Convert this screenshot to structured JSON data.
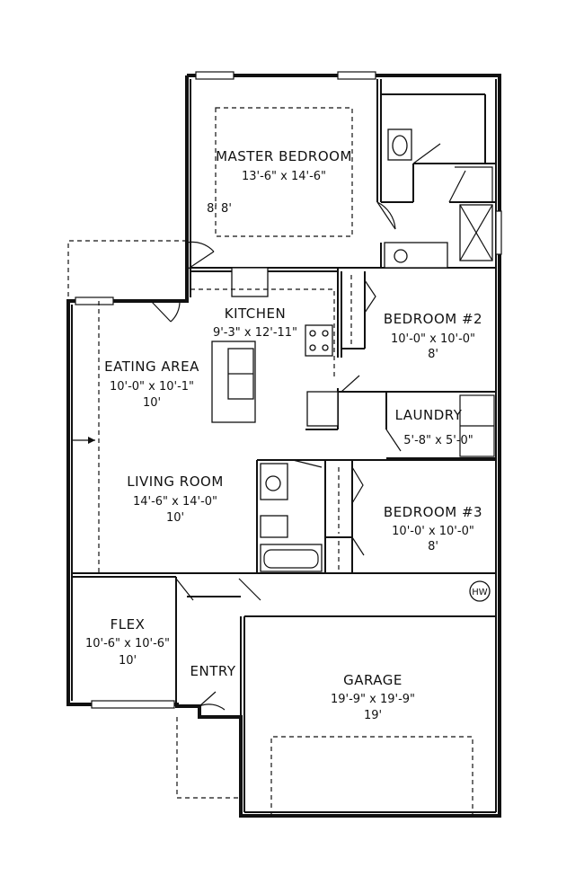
{
  "rooms": {
    "master_bedroom": {
      "name": "MASTER BEDROOM",
      "size": "13'-6\" x 14'-6\"",
      "ceiling": "8'  8'"
    },
    "kitchen": {
      "name": "KITCHEN",
      "size": "9'-3\" x 12'-11\""
    },
    "bedroom2": {
      "name": "BEDROOM #2",
      "size": "10'-0\" x 10'-0\"",
      "ceiling": "8'"
    },
    "eating_area": {
      "name": "EATING AREA",
      "size": "10'-0\" x 10'-1\"",
      "ceiling": "10'"
    },
    "laundry": {
      "name": "LAUNDRY",
      "size": "5'-8\" x 5'-0\""
    },
    "living_room": {
      "name": "LIVING ROOM",
      "size": "14'-6\" x 14'-0\"",
      "ceiling": "10'"
    },
    "bedroom3": {
      "name": "BEDROOM #3",
      "size": "10'-0' x 10'-0\"",
      "ceiling": "8'"
    },
    "flex": {
      "name": "FLEX",
      "size": "10'-6\" x 10'-6\"",
      "ceiling": "10'"
    },
    "entry": {
      "name": "ENTRY"
    },
    "garage": {
      "name": "GARAGE",
      "size": "19'-9\" x 19'-9\"",
      "ceiling": "19'"
    }
  },
  "fixtures": {
    "water_heater": "HW"
  }
}
